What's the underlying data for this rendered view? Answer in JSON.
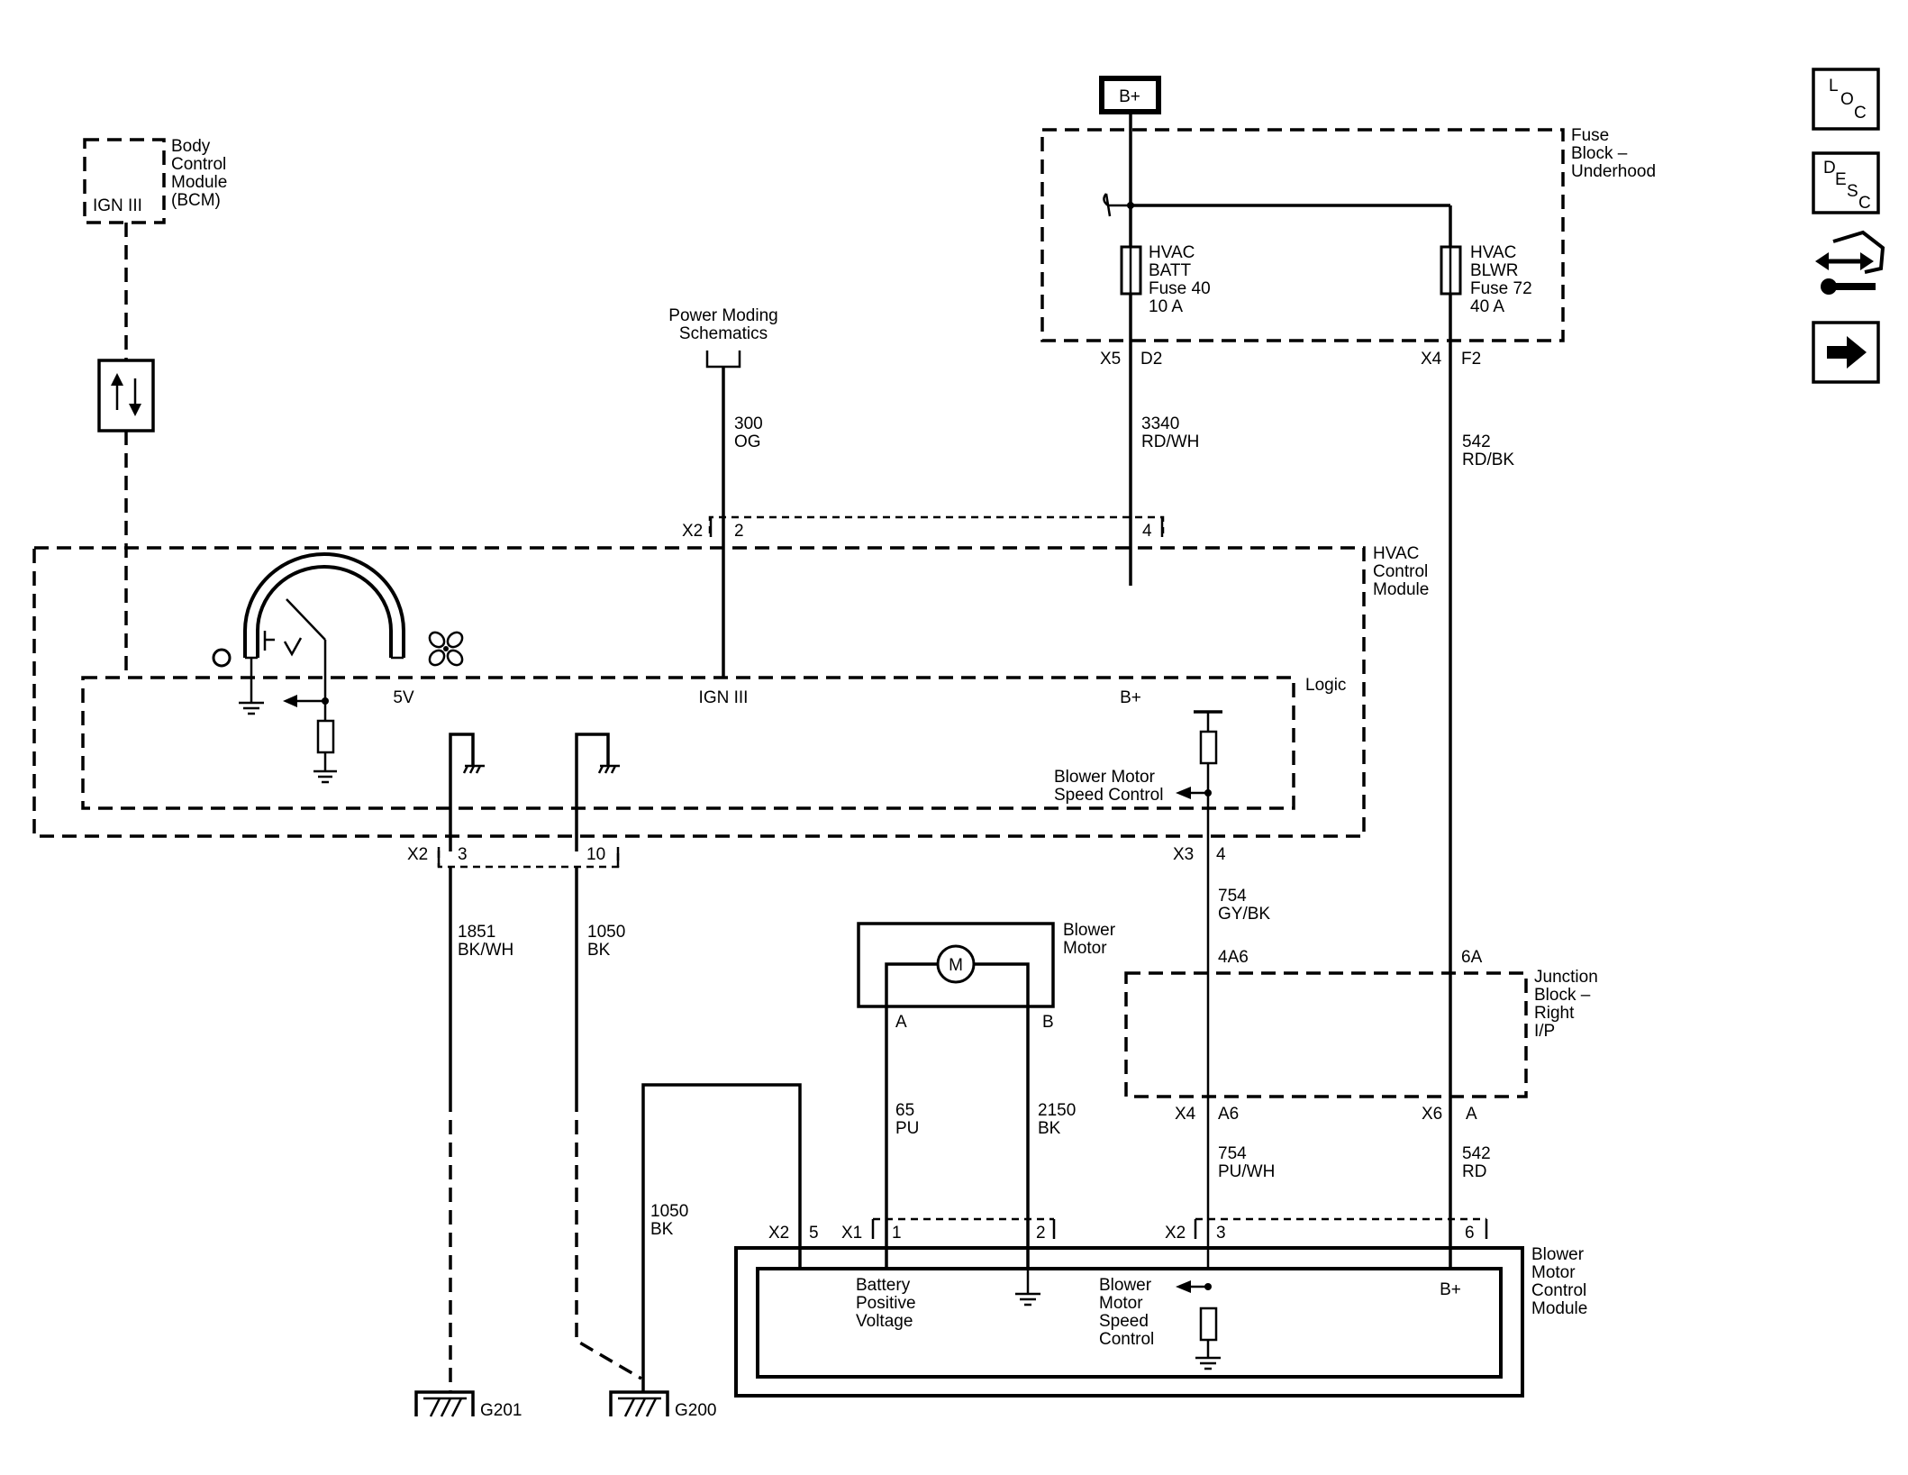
{
  "battery_label": "B+",
  "modules": {
    "bcm": {
      "line1": "Body",
      "line2": "Control",
      "line3": "Module",
      "line4": "(BCM)",
      "pin": "IGN III"
    },
    "fuse_block": {
      "line1": "Fuse",
      "line2": "Block –",
      "line3": "Underhood"
    },
    "hvac": {
      "line1": "HVAC",
      "line2": "Control",
      "line3": "Module",
      "logic": "Logic"
    },
    "junction": {
      "line1": "Junction",
      "line2": "Block –",
      "line3": "Right",
      "line4": "I/P"
    },
    "bmcm": {
      "line1": "Blower",
      "line2": "Motor",
      "line3": "Control",
      "line4": "Module"
    },
    "blower_motor": {
      "line1": "Blower",
      "line2": "Motor",
      "symbol": "M",
      "pin_a": "A",
      "pin_b": "B"
    }
  },
  "fuses": {
    "f40": {
      "l1": "HVAC",
      "l2": "BATT",
      "l3": "Fuse 40",
      "l4": "10 A"
    },
    "f72": {
      "l1": "HVAC",
      "l2": "BLWR",
      "l3": "Fuse 72",
      "l4": "40 A"
    }
  },
  "power_moding": {
    "l1": "Power Moding",
    "l2": "Schematics"
  },
  "connectors": {
    "fuse_x5": "X5",
    "fuse_d2": "D2",
    "fuse_x4": "X4",
    "fuse_f2": "F2",
    "hvac_top_x2": "X2",
    "hvac_top_2": "2",
    "hvac_top_4": "4",
    "hvac_bot_x2": "X2",
    "hvac_bot_3": "3",
    "hvac_bot_10": "10",
    "hvac_x3": "X3",
    "hvac_x3_4": "4",
    "jb_4a6": "4A6",
    "jb_6a": "6A",
    "jb_x4": "X4",
    "jb_a6": "A6",
    "jb_x6": "X6",
    "jb_a": "A",
    "bm_x2_5": "X2",
    "bm_5": "5",
    "bm_x1": "X1",
    "bm_1": "1",
    "bm_2": "2",
    "bm_x2_3": "X2",
    "bm_3": "3",
    "bm_6": "6"
  },
  "wires": {
    "w300": {
      "num": "300",
      "color": "OG"
    },
    "w3340": {
      "num": "3340",
      "color": "RD/WH"
    },
    "w542a": {
      "num": "542",
      "color": "RD/BK"
    },
    "w754a": {
      "num": "754",
      "color": "GY/BK"
    },
    "w754b": {
      "num": "754",
      "color": "PU/WH"
    },
    "w542b": {
      "num": "542",
      "color": "RD"
    },
    "w1851": {
      "num": "1851",
      "color": "BK/WH"
    },
    "w1050a": {
      "num": "1050",
      "color": "BK"
    },
    "w1050b": {
      "num": "1050",
      "color": "BK"
    },
    "w65": {
      "num": "65",
      "color": "PU"
    },
    "w2150": {
      "num": "2150",
      "color": "BK"
    }
  },
  "pins": {
    "hvac_5v": "5V",
    "hvac_ign": "IGN III",
    "hvac_bplus": "B+",
    "hvac_speed_l1": "Blower Motor",
    "hvac_speed_l2": "Speed Control",
    "bmcm_batt_l1": "Battery",
    "bmcm_batt_l2": "Positive",
    "bmcm_batt_l3": "Voltage",
    "bmcm_speed_l1": "Blower",
    "bmcm_speed_l2": "Motor",
    "bmcm_speed_l3": "Speed",
    "bmcm_speed_l4": "Control",
    "bmcm_bplus": "B+"
  },
  "grounds": {
    "g201": "G201",
    "g200": "G200"
  },
  "nav_icons": {
    "loc": {
      "l1": "L",
      "l2": "O",
      "l3": "C"
    },
    "desc": {
      "l1": "D",
      "l2": "E",
      "l3": "S",
      "l4": "C"
    }
  }
}
